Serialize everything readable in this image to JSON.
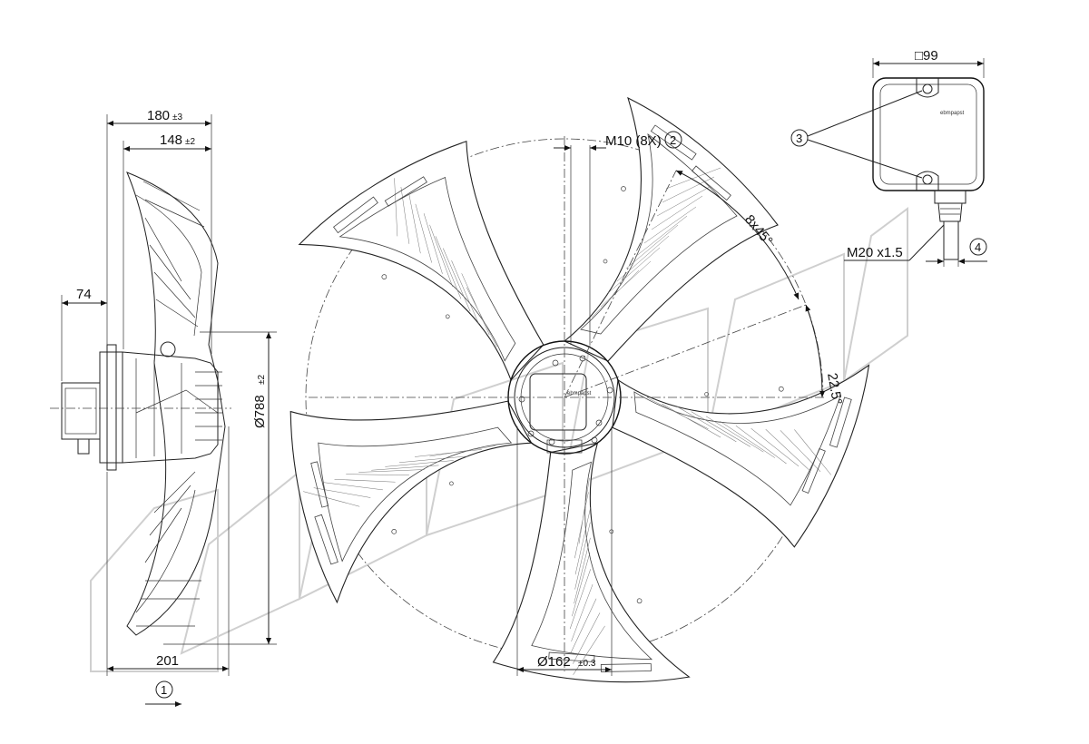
{
  "drawing": {
    "side_view": {
      "overall_depth": {
        "value": "180",
        "tol": "±3"
      },
      "motor_depth": {
        "value": "148",
        "tol": "±2"
      },
      "box_offset": {
        "value": "74"
      },
      "blade_depth": {
        "value": "201"
      },
      "diameter": {
        "value": "Ø788",
        "tol": "±2"
      },
      "airflow_callout": "1"
    },
    "front_view": {
      "thread": {
        "value": "M10 (8X)",
        "callout": "2"
      },
      "angle_pattern": {
        "value": "8x45°"
      },
      "angle_offset": {
        "value": "22.5°"
      },
      "hub_diameter": {
        "value": "Ø162",
        "tol": "±0.3"
      },
      "hub_label": "ebmpapst"
    },
    "terminal_box": {
      "width": {
        "value": "□99"
      },
      "screws_callout": "3",
      "gland": {
        "value": "M20 x1.5",
        "callout": "4"
      },
      "brand": "ebmpapst"
    }
  },
  "colors": {
    "line": "#222222",
    "watermark": "#cfcfcf",
    "background": "#ffffff"
  }
}
